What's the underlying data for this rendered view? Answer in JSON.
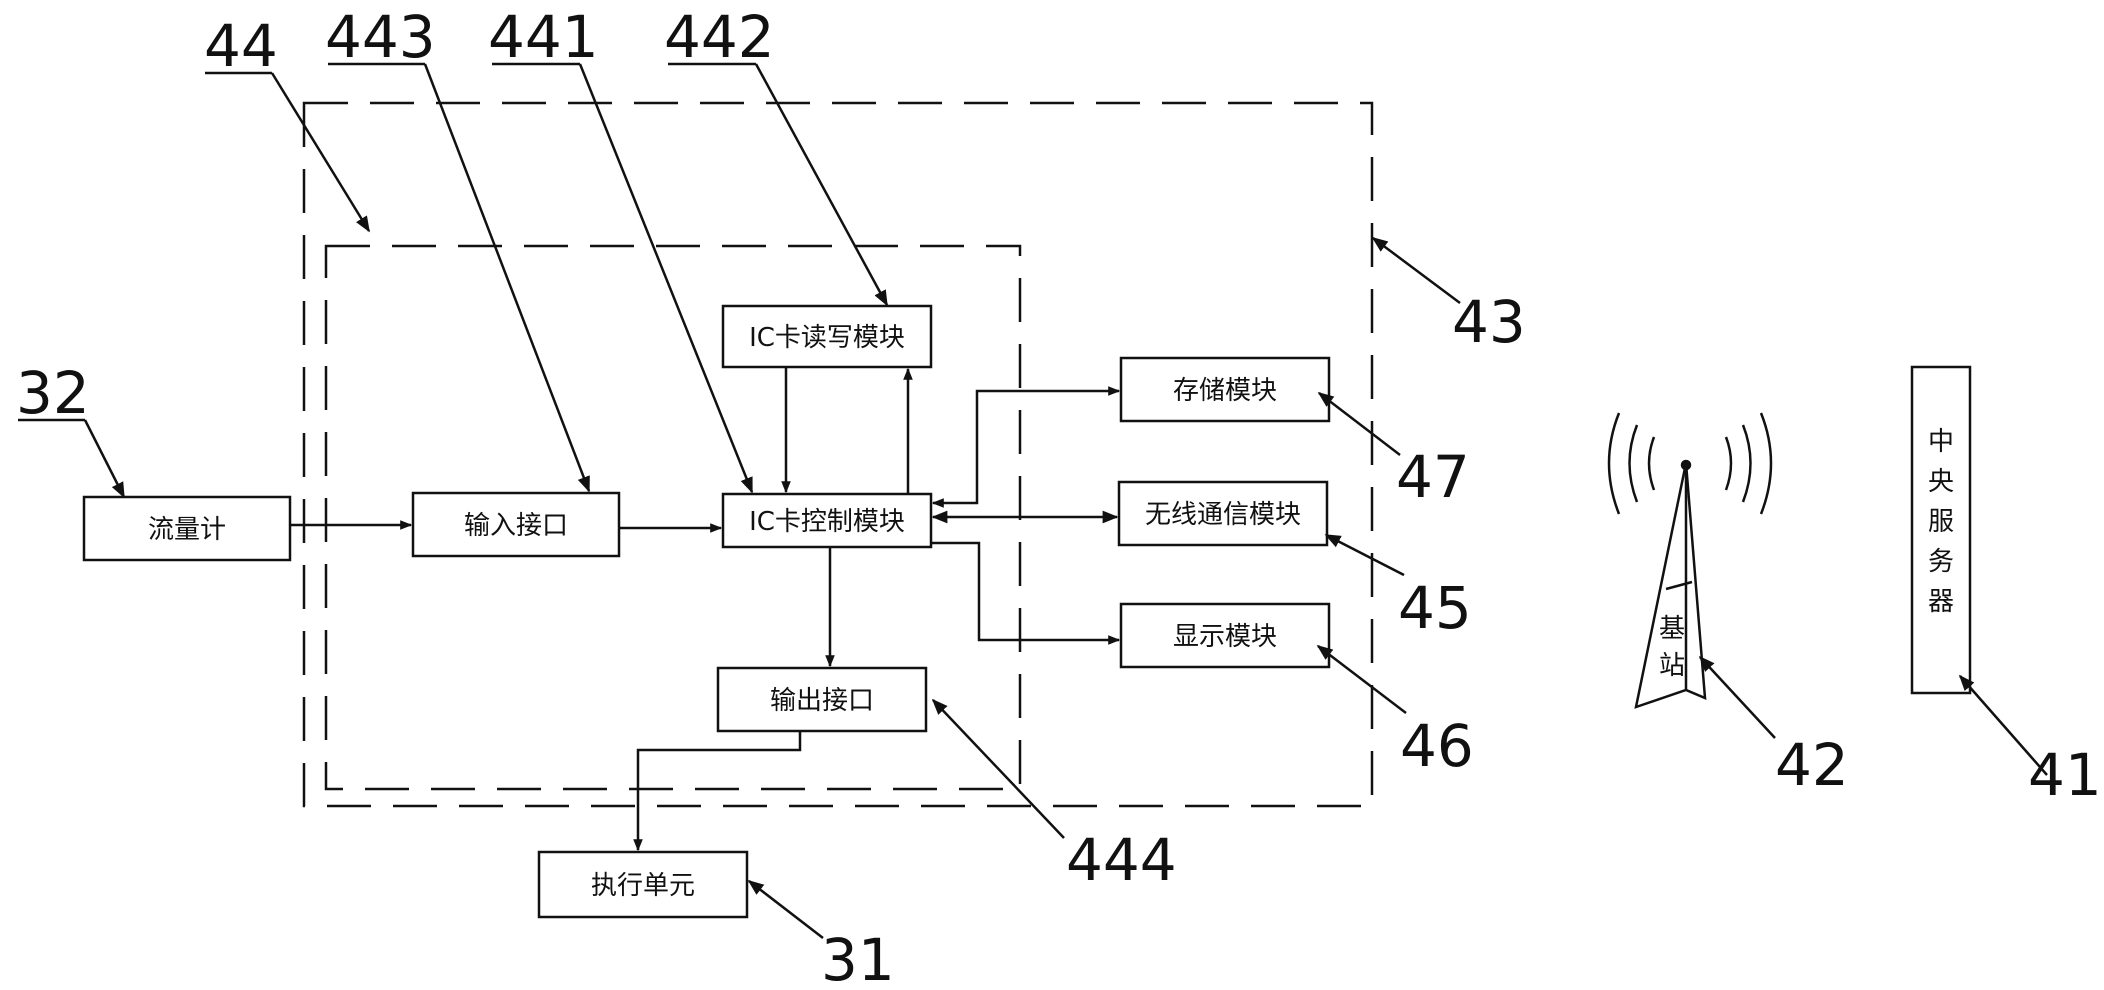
{
  "boxes": {
    "flowmeter": "流量计",
    "input_interface": "输入接口",
    "ic_reader": "IC卡读写模块",
    "ic_control": "IC卡控制模块",
    "output_interface": "输出接口",
    "execution_unit": "执行单元",
    "storage": "存储模块",
    "wireless": "无线通信模块",
    "display": "显示模块",
    "base_station_1": "基",
    "base_station_2": "站",
    "server_1": "中",
    "server_2": "央",
    "server_3": "服",
    "server_4": "务",
    "server_5": "器"
  },
  "refs": {
    "r44": "44",
    "r443": "443",
    "r441": "441",
    "r442": "442",
    "r43": "43",
    "r32": "32",
    "r47": "47",
    "r45": "45",
    "r46": "46",
    "r444": "444",
    "r31": "31",
    "r42": "42",
    "r41": "41"
  }
}
